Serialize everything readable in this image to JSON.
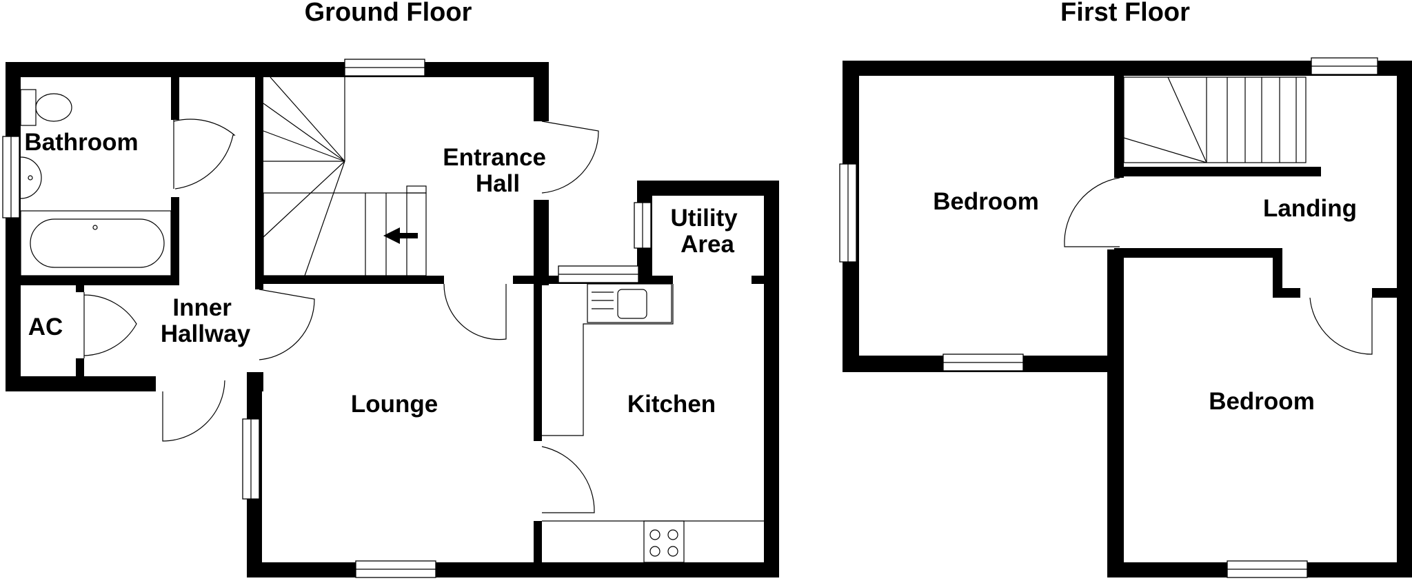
{
  "floors": [
    {
      "title": "Ground Floor",
      "rooms": {
        "bathroom": "Bathroom",
        "entrance_hall": [
          "Entrance",
          "Hall"
        ],
        "utility_area": [
          "Utility",
          "Area"
        ],
        "ac": "AC",
        "inner_hallway": [
          "Inner",
          "Hallway"
        ],
        "lounge": "Lounge",
        "kitchen": "Kitchen"
      }
    },
    {
      "title": "First Floor",
      "rooms": {
        "bedroom_1": "Bedroom",
        "landing": "Landing",
        "bedroom_2": "Bedroom"
      }
    }
  ],
  "colors": {
    "wall": "#000000",
    "background": "#ffffff"
  },
  "icons": [
    "toilet-icon",
    "basin-icon",
    "bath-icon",
    "sink-icon",
    "hob-icon",
    "stairs-icon",
    "arrow-left-icon"
  ]
}
